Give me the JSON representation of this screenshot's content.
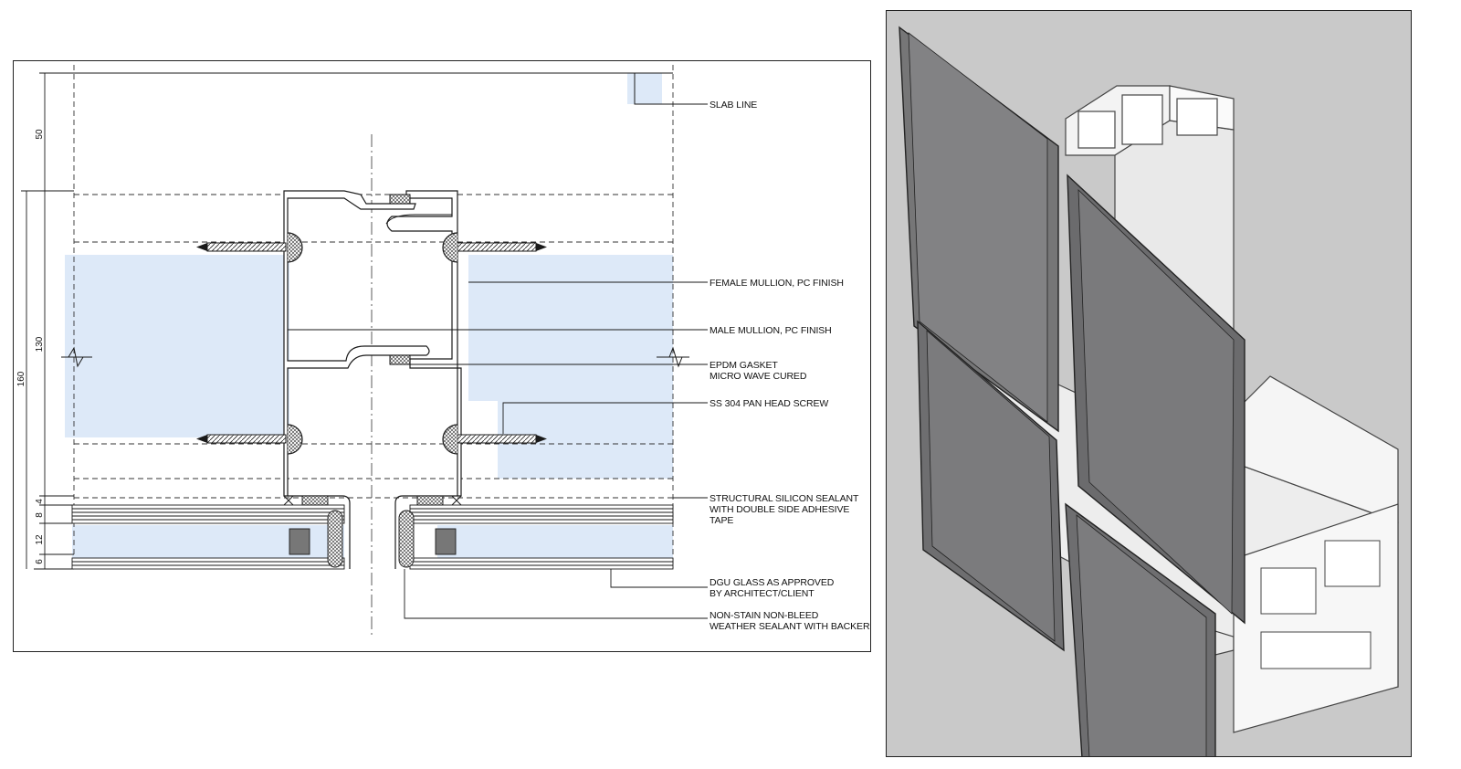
{
  "drawing": {
    "labels": {
      "slab_line": "SLAB LINE",
      "female_mullion": "FEMALE MULLION, PC FINISH",
      "male_mullion": "MALE MULLION, PC FINISH",
      "gasket_line1": "EPDM GASKET",
      "gasket_line2": "MICRO WAVE CURED",
      "screw": "SS 304 PAN HEAD SCREW",
      "sealant_line1": "STRUCTURAL SILICON SEALANT",
      "sealant_line2": "WITH DOUBLE SIDE ADHESIVE",
      "sealant_line3": "TAPE",
      "glass_line1": "DGU GLASS AS APPROVED",
      "glass_line2": "BY ARCHITECT/CLIENT",
      "weather_line1": "NON-STAIN NON-BLEED",
      "weather_line2": "WEATHER SEALANT WITH BACKER"
    },
    "dimensions": {
      "d50": "50",
      "d130": "130",
      "d160": "160",
      "d4": "4",
      "d8": "8",
      "d12": "12",
      "d6": "6"
    },
    "colors": {
      "glass_fill": "#dde9f8",
      "line": "#1a1a1a"
    }
  },
  "render": {
    "colors": {
      "background": "#c9c9c9",
      "glass_dark": "#6f6f70",
      "frame": "#efefef"
    }
  }
}
